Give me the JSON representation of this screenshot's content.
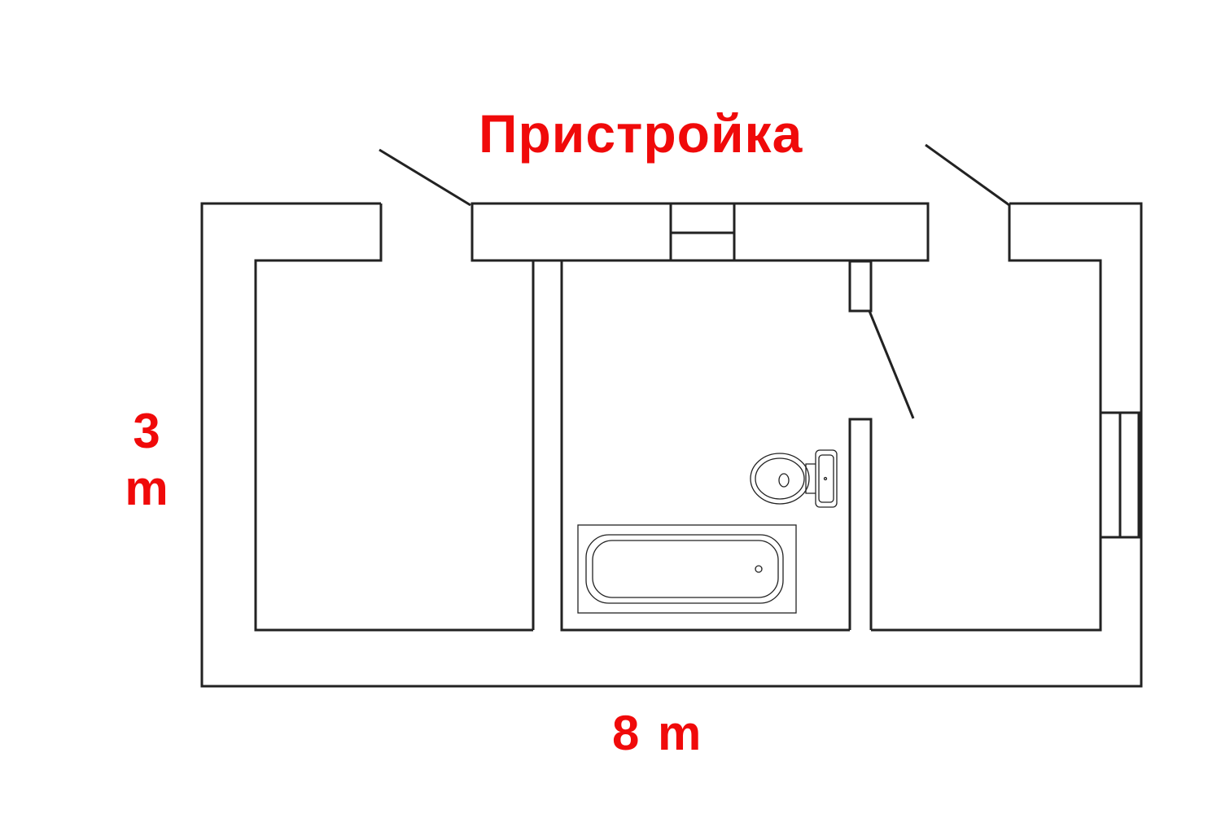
{
  "labels": {
    "title": "Пристройка",
    "height_value": "3",
    "height_unit": "m",
    "width": "8 m"
  },
  "colors": {
    "annotation": "#f00a0a",
    "lines": "#222222",
    "background": "#ffffff"
  }
}
